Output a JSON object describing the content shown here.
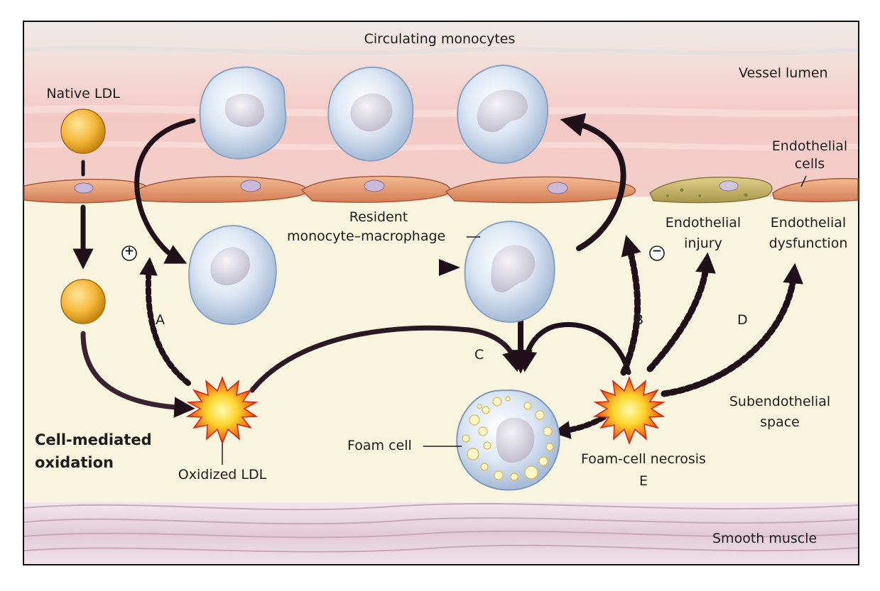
{
  "labels": {
    "circulating_monocytes": "Circulating monocytes",
    "vessel_lumen": "Vessel lumen",
    "native_ldl": "Native LDL",
    "endothelial_cells_1": "Endothelial",
    "endothelial_cells_2": "cells",
    "resident_1": "Resident",
    "resident_2": "monocyte–macrophage",
    "endothelial_injury_1": "Endothelial",
    "endothelial_injury_2": "injury",
    "endothelial_dysfunction_1": "Endothelial",
    "endothelial_dysfunction_2": "dysfunction",
    "cell_mediated_1": "Cell-mediated",
    "cell_mediated_2": "oxidation",
    "oxidized_ldl": "Oxidized LDL",
    "foam_cell": "Foam cell",
    "foam_cell_necrosis": "Foam-cell necrosis",
    "subendothelial_1": "Subendothelial",
    "subendothelial_2": "space",
    "smooth_muscle": "Smooth muscle",
    "pathway_a": "A",
    "pathway_b": "B",
    "pathway_c": "C",
    "pathway_d": "D",
    "pathway_e": "E",
    "plus_sign": "+",
    "minus_sign": "−"
  },
  "colors": {
    "lumen": "#f3d7d3",
    "lumen_band": "#f0c0bc",
    "subendothelial": "#f8f4de",
    "endothelium": "#e9a27a",
    "injured_endothelium": "#c9b46a",
    "monocyte": "#d9e4f2",
    "ldl": "#f4b73a",
    "oxidized_core": "#fff14a",
    "oxidized_ray": "#e8321e",
    "arrow": "#25151f",
    "muscle": "#e6d2dc"
  },
  "icons": {
    "native_ldl": "orange-sphere",
    "oxidized_ldl": "starburst",
    "monocyte": "monocyte-cell",
    "foam_cell": "lipid-laden-cell"
  }
}
